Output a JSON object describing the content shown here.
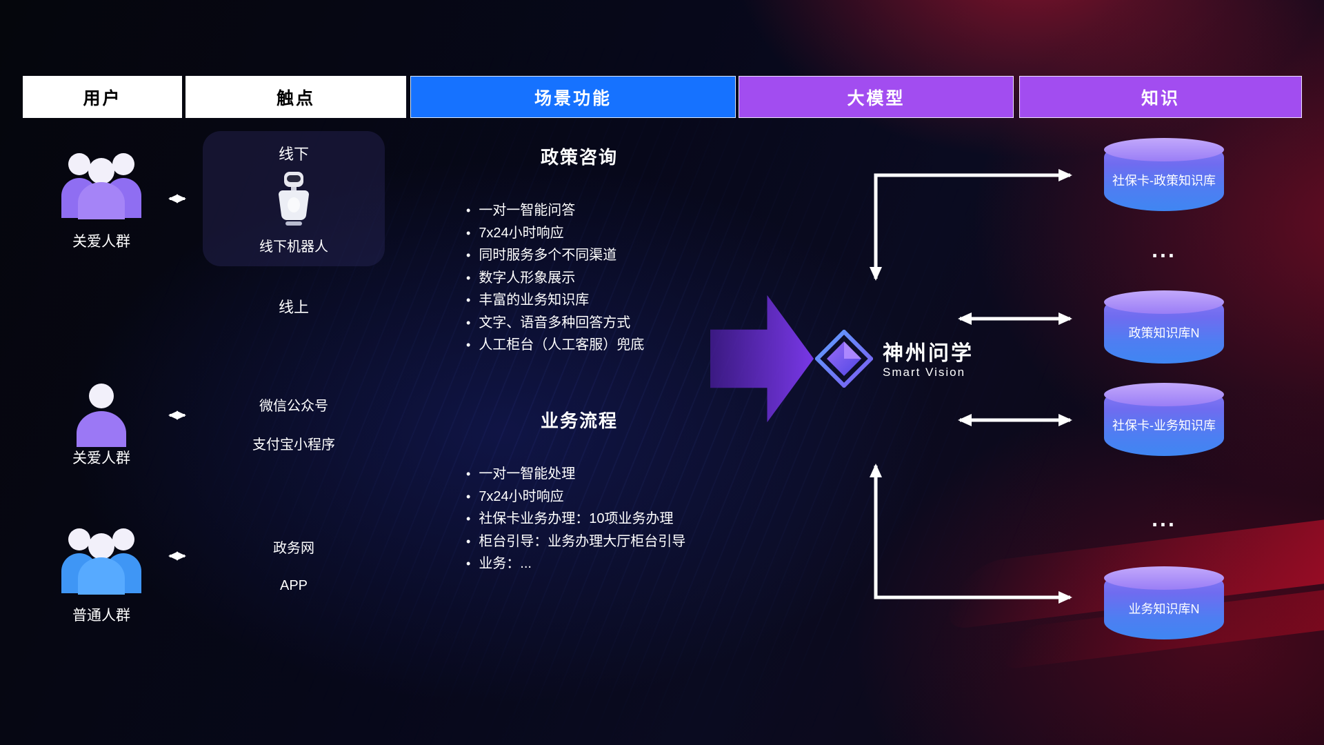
{
  "header": {
    "col_user": "用户",
    "col_touchpoint": "触点",
    "col_scene": "场景功能",
    "col_model": "大模型",
    "col_knowledge": "知识"
  },
  "users": {
    "group1_label": "关爱人群",
    "group2_label": "关爱人群",
    "group3_label": "普通人群"
  },
  "touchpoints": {
    "offline_title": "线下",
    "offline_robot_label": "线下机器人",
    "online_title": "线上",
    "wechat": "微信公众号",
    "alipay": "支付宝小程序",
    "gov_web": "政务网",
    "app": "APP"
  },
  "scene": {
    "policy": {
      "title": "政策咨询",
      "items": [
        "一对一智能问答",
        "7x24小时响应",
        "同时服务多个不同渠道",
        "数字人形象展示",
        "丰富的业务知识库",
        "文字、语音多种回答方式",
        "人工柜台（人工客服）兜底"
      ]
    },
    "business": {
      "title": "业务流程",
      "items": [
        "一对一智能处理",
        "7x24小时响应",
        "社保卡业务办理：10项业务办理",
        "柜台引导：业务办理大厅柜台引导",
        "业务：..."
      ]
    }
  },
  "model": {
    "name": "神州问学",
    "subtitle": "Smart Vision"
  },
  "knowledge": {
    "db1": "社保卡-政策知识库",
    "ellipsis1": "...",
    "db2": "政策知识库N",
    "db3": "社保卡-业务知识库",
    "ellipsis2": "...",
    "db4": "业务知识库N"
  },
  "colors": {
    "scene_header": "#1672ff",
    "model_header": "#a24df0",
    "knowledge_header": "#a24df0",
    "accent_purple": "#9b78f5",
    "accent_blue": "#4aa0ff",
    "cylinder_top": "#b79bf8",
    "cylinder_bottom": "#3f86f2"
  }
}
